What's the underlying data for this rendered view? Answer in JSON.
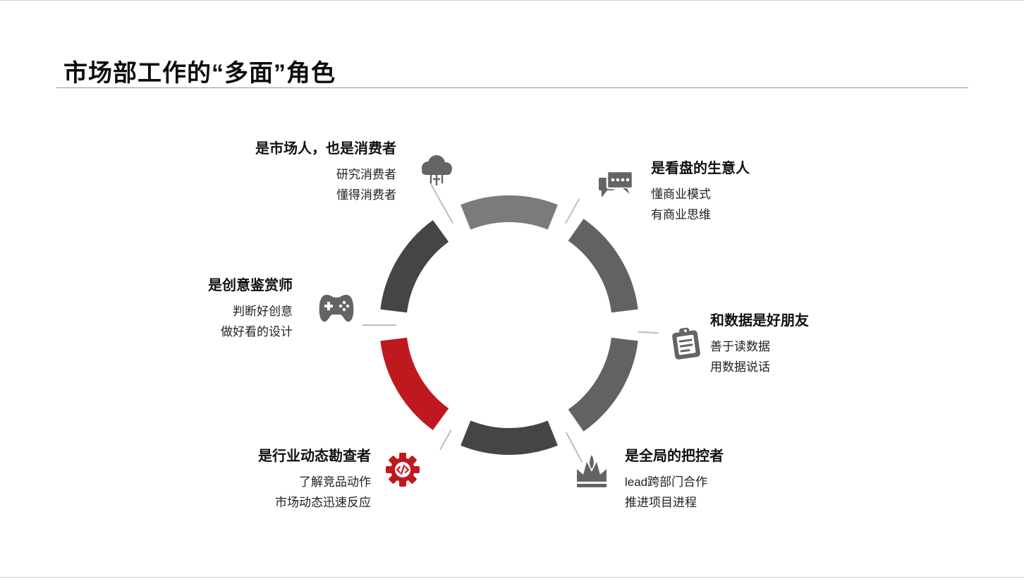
{
  "page": {
    "title": "市场部工作的“多面”角色"
  },
  "roles": [
    {
      "heading": "是市场人，也是消费者",
      "lines": [
        "研究消费者",
        "懂得消费者"
      ],
      "icon": "cloud-computing-icon"
    },
    {
      "heading": "是看盘的生意人",
      "lines": [
        "懂商业模式",
        "有商业思维"
      ],
      "icon": "chat-bubbles-icon"
    },
    {
      "heading": "和数据是好朋友",
      "lines": [
        "善于读数据",
        "用数据说话"
      ],
      "icon": "clipboard-icon"
    },
    {
      "heading": "是全局的把控者",
      "lines": [
        "lead跨部门合作",
        "推进项目进程"
      ],
      "icon": "crown-icon"
    },
    {
      "heading": "是行业动态勘查者",
      "lines": [
        "了解竞品动作",
        "市场动态迅速反应"
      ],
      "icon": "code-gear-icon"
    },
    {
      "heading": "是创意鉴赏师",
      "lines": [
        "判断好创意",
        "做好看的设计"
      ],
      "icon": "gamepad-icon"
    }
  ],
  "colors": {
    "accent": "#c0181f",
    "segment_light": "#7b7b7b",
    "segment_mid": "#626262",
    "segment_dark": "#454545",
    "icon_gray": "#646464"
  }
}
